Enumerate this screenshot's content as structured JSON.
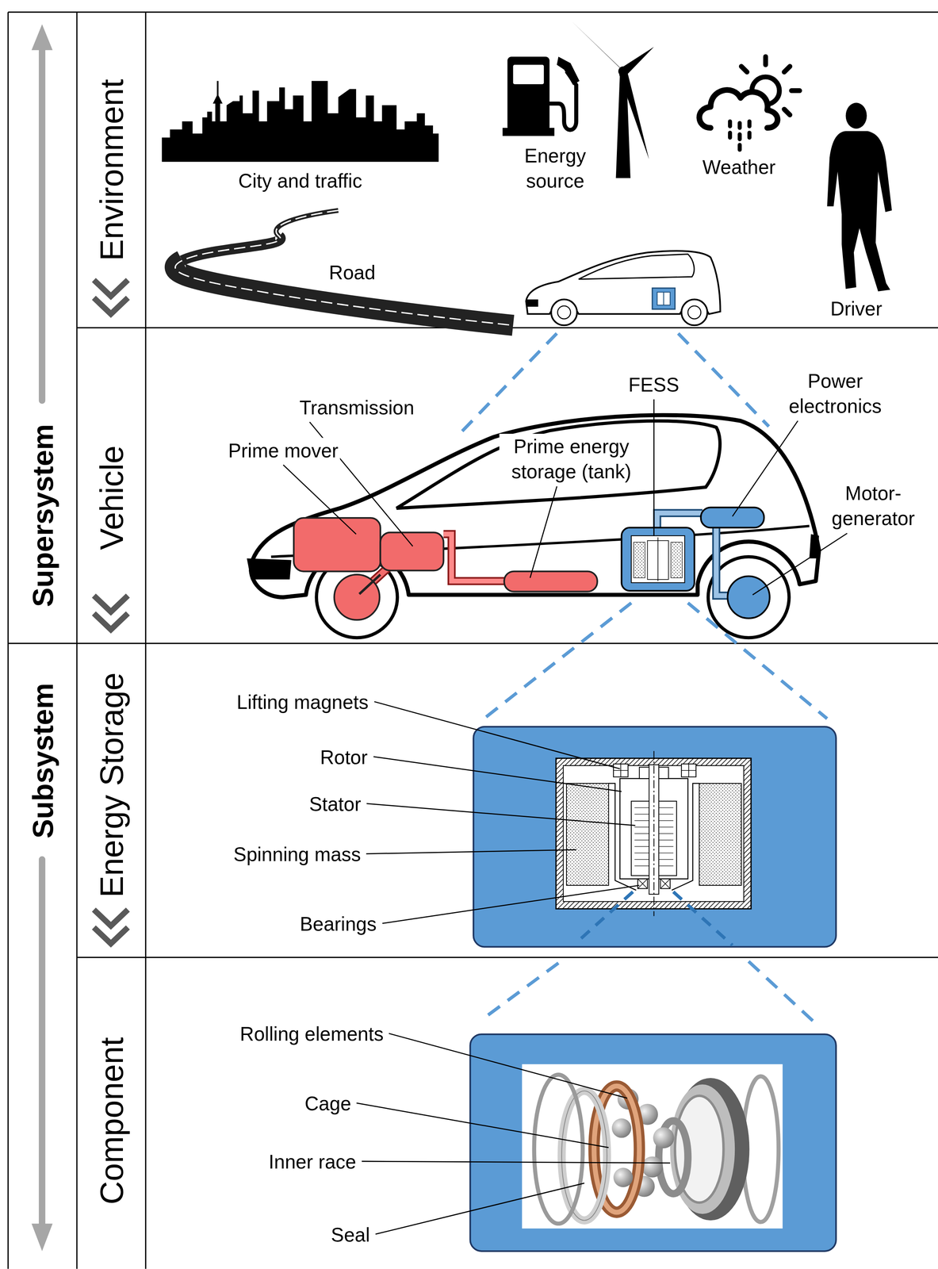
{
  "diagram": {
    "nodes": [
      {
        "text": [
          "Supersystem"
        ]
      },
      {
        "text": [
          "Subsystem"
        ]
      },
      {
        "text": [
          "Environment"
        ]
      },
      {
        "text": [
          "Vehicle"
        ]
      },
      {
        "text": [
          "Energy Storage"
        ]
      },
      {
        "text": [
          "Component"
        ]
      }
    ],
    "labels": [
      "City and traffic",
      "Energy source",
      "Weather",
      "Road",
      "Driver",
      "Transmission",
      "Prime mover",
      "FESS",
      "Power electronics",
      "Prime energy storage (tank)",
      "Motor-generator",
      "Lifting magnets",
      "Rotor",
      "Stator",
      "Spinning mass",
      "Bearings",
      "Rolling elements",
      "Cage",
      "Inner race",
      "Seal"
    ]
  }
}
